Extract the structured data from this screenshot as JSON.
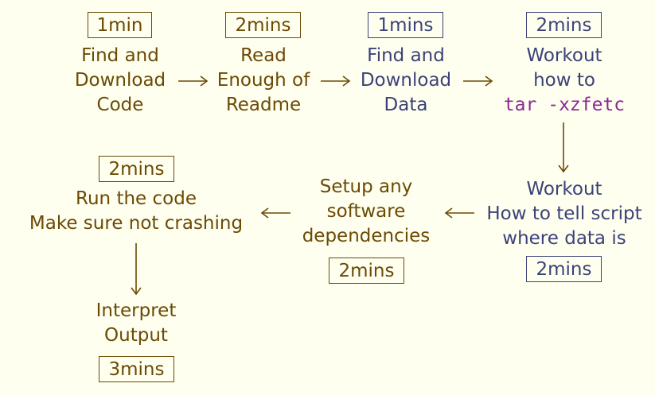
{
  "steps": [
    {
      "time": "1min",
      "lines": [
        "Find and",
        "Download",
        "Code"
      ]
    },
    {
      "time": "2mins",
      "lines": [
        "Read",
        "Enough of",
        "Readme"
      ]
    },
    {
      "time": "1mins",
      "lines": [
        "Find and",
        "Download",
        "Data"
      ]
    },
    {
      "time": "2mins",
      "lines": [
        "Workout",
        "how to"
      ],
      "code": "tar -xzfetc"
    },
    {
      "time": "2mins",
      "lines": [
        "Workout",
        "How to tell script",
        "where data is"
      ]
    },
    {
      "time": "2mins",
      "lines": [
        "Setup any",
        "software",
        "dependencies"
      ]
    },
    {
      "time": "2mins",
      "lines": [
        "Run the code",
        "Make sure not crashing"
      ]
    },
    {
      "time": "3mins",
      "lines": [
        "Interpret",
        "Output"
      ]
    }
  ],
  "colors": {
    "background": "#fffff0",
    "brown": "#6b4a04",
    "blue": "#3b4278",
    "code": "#8b2a92"
  }
}
